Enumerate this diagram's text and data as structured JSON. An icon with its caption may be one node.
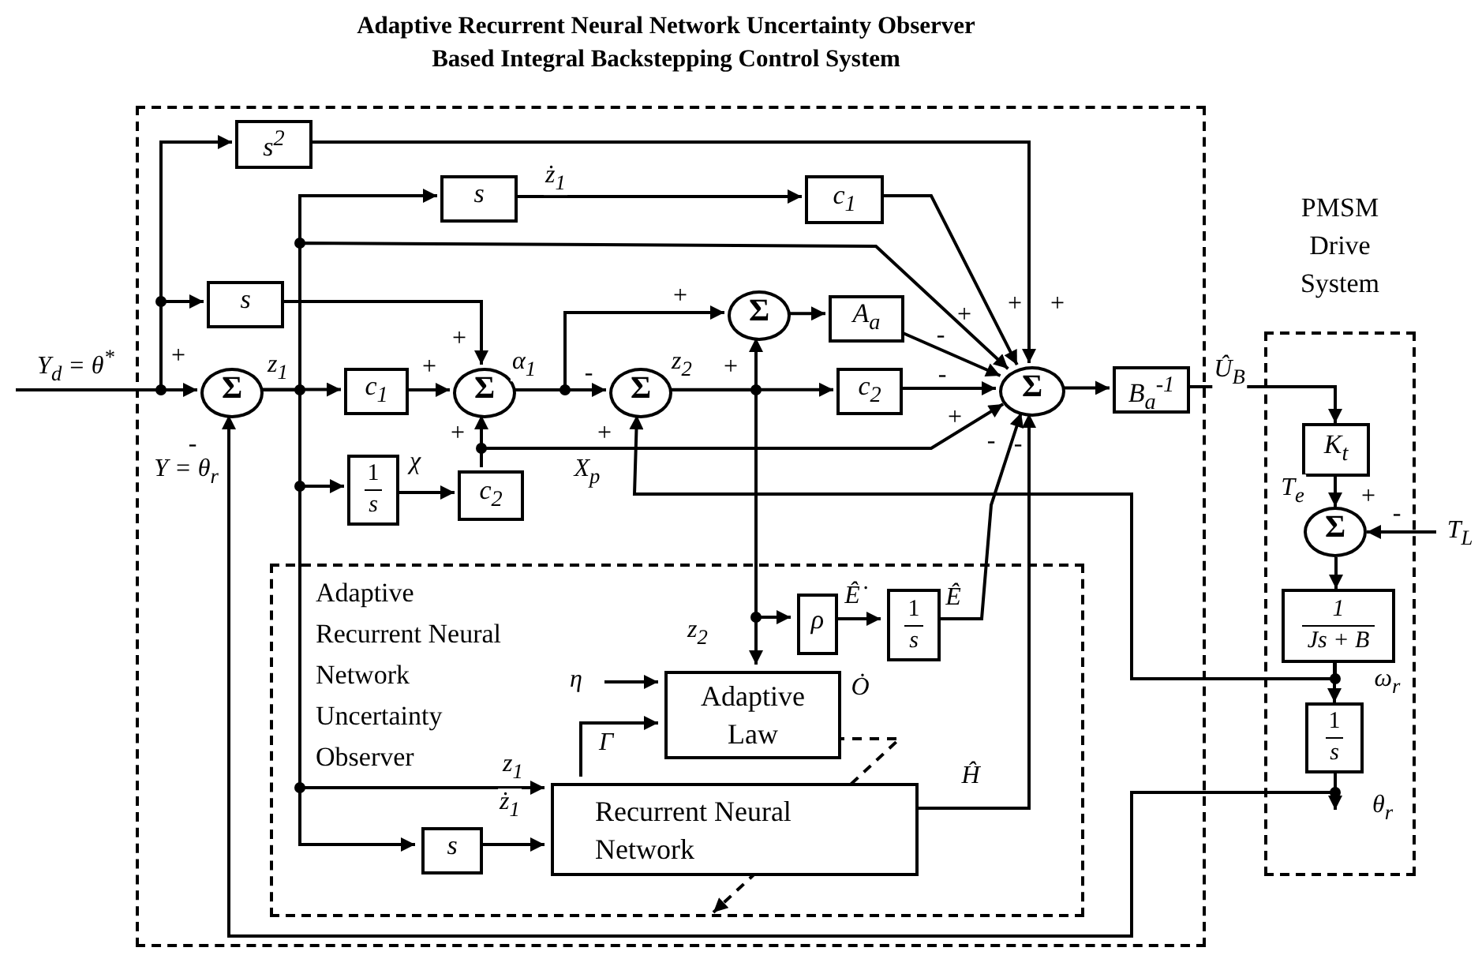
{
  "diagram": {
    "title": "Adaptive Recurrent Neural Network Uncertainty Observer Based Integral Backstepping Control System",
    "nodes": [
      {
        "text": [],
        "shape": "box"
      },
      {
        "text": [
          "s$^{2}$"
        ],
        "in": 0
      },
      {
        "text": [
          "s"
        ],
        "in": 0
      },
      {
        "text": [
          "c$_{1}$"
        ],
        "in": 0
      },
      {
        "text": [
          "s"
        ],
        "in": 0
      },
      {
        "text": [
          "Σ"
        ],
        "in": 0
      },
      {
        "text": [
          "c$_{1}$"
        ],
        "in": 0
      },
      {
        "text": [
          "Σ"
        ],
        "in": 0
      },
      {
        "text": [
          "Σ"
        ],
        "in": 0
      },
      {
        "text": [
          "Σ"
        ],
        "in": 0
      },
      {
        "text": [
          "A$_{a}$"
        ],
        "in": 0
      },
      {
        "text": [
          "c$_{2}$"
        ],
        "in": 0
      },
      {
        "text": [
          "Σ"
        ],
        "in": 0
      },
      {
        "text": [
          "B$_{a}$$^{-1}$"
        ],
        "in": 0
      },
      {
        "text": [
          "1",
          "s"
        ],
        "in": 0
      },
      {
        "text": [
          "c$_{2}$"
        ],
        "in": 0
      },
      {
        "text": [
          "Adaptive Recurrent Neural Network Uncertainty Observer"
        ],
        "in": 0
      },
      {
        "text": [
          "ρ"
        ],
        "in": 16
      },
      {
        "text": [
          "1",
          "s"
        ],
        "in": 16
      },
      {
        "text": [
          "Adaptive Law"
        ],
        "in": 16
      },
      {
        "text": [
          "Recurrent Neural Network"
        ],
        "in": 16
      },
      {
        "text": [
          "s"
        ],
        "in": 16
      },
      {
        "text": [
          "PMSM Drive System"
        ]
      },
      {
        "text": [
          "K$_{t}$"
        ],
        "in": 22
      },
      {
        "text": [
          "Σ"
        ],
        "in": 22
      },
      {
        "text": [
          "1",
          "Js + B"
        ],
        "in": 22
      },
      {
        "text": [
          "1",
          "s"
        ],
        "in": 22
      }
    ],
    "edges": [
      {
        "from": null,
        "to": 5,
        "arrow": "to",
        "label": "Y$_{d}$ = θ$^{*}$"
      },
      {
        "from": null,
        "to": 1,
        "arrow": "to"
      },
      {
        "from": null,
        "to": 4,
        "arrow": "to"
      },
      {
        "from": 1,
        "to": 12,
        "arrow": "to"
      },
      {
        "from": 5,
        "to": 6,
        "arrow": "to",
        "label": "z$_{1}$"
      },
      {
        "from": 5,
        "to": 2,
        "arrow": "to"
      },
      {
        "from": 5,
        "to": 12,
        "arrow": "to"
      },
      {
        "from": 5,
        "to": 14,
        "arrow": "to"
      },
      {
        "from": 5,
        "to": 20,
        "arrow": "to",
        "label": "z$_{1}$"
      },
      {
        "from": 5,
        "to": 21,
        "arrow": "to"
      },
      {
        "from": 2,
        "to": 3,
        "arrow": "to",
        "label": "ż$_{1}$"
      },
      {
        "from": 3,
        "to": 12,
        "arrow": "to"
      },
      {
        "from": 4,
        "to": 7,
        "arrow": "to"
      },
      {
        "from": 6,
        "to": 7,
        "arrow": "to"
      },
      {
        "from": 7,
        "to": 8,
        "arrow": "to",
        "label": "α$_{1}$"
      },
      {
        "from": 7,
        "to": 9,
        "arrow": "to"
      },
      {
        "from": 8,
        "to": 11,
        "arrow": "to",
        "label": "z$_{2}$"
      },
      {
        "from": 8,
        "to": 9,
        "arrow": "to"
      },
      {
        "from": 8,
        "to": 17,
        "arrow": "to"
      },
      {
        "from": 8,
        "to": 19,
        "arrow": "to",
        "label": "z$_{2}$"
      },
      {
        "from": 9,
        "to": 10,
        "arrow": "to"
      },
      {
        "from": 10,
        "to": 12,
        "arrow": "to"
      },
      {
        "from": 11,
        "to": 12,
        "arrow": "to"
      },
      {
        "from": 12,
        "to": 13,
        "arrow": "to"
      },
      {
        "from": 13,
        "to": 23,
        "arrow": "to",
        "label": "Û$_{B}$"
      },
      {
        "from": 14,
        "to": 15,
        "arrow": "to",
        "label": "χ"
      },
      {
        "from": 15,
        "to": 7,
        "arrow": "to"
      },
      {
        "from": 15,
        "to": 12,
        "arrow": "to"
      },
      {
        "from": 24,
        "to": 25,
        "arrow": "to"
      },
      {
        "from": 23,
        "to": 24,
        "arrow": "to",
        "label": "T$_{e}$"
      },
      {
        "from": null,
        "to": 24,
        "arrow": "to",
        "label": "T$_{L}$"
      },
      {
        "from": 25,
        "to": 26,
        "arrow": "to",
        "label": "ω$_{r}$"
      },
      {
        "from": 25,
        "to": 8,
        "arrow": "to",
        "label": "X$_{p}$"
      },
      {
        "from": 26,
        "to": null,
        "arrow": "to",
        "label": "θ$_{r}$"
      },
      {
        "from": 26,
        "to": 5,
        "arrow": "to",
        "label": "Y = θ$_{r}$"
      },
      {
        "from": 17,
        "to": 18,
        "arrow": "to",
        "label": "Ê̇"
      },
      {
        "from": 18,
        "to": 12,
        "arrow": "to",
        "label": "Ê"
      },
      {
        "from": 20,
        "to": 12,
        "arrow": "to",
        "label": "Ĥ"
      },
      {
        "from": null,
        "to": 19,
        "arrow": "to",
        "label": "η"
      },
      {
        "from": 20,
        "to": 19,
        "arrow": "to",
        "label": "Γ"
      },
      {
        "from": 21,
        "to": 20,
        "arrow": "to",
        "label": "ż$_{1}$"
      },
      {
        "from": 19,
        "to": null,
        "arrow": "to",
        "style": "dashed",
        "label": "Ȯ"
      }
    ],
    "labels": [
      "+",
      "+",
      "+",
      "+",
      "+",
      "-",
      "+",
      "+",
      "+",
      "-",
      "-",
      "+",
      "+",
      "+",
      "-",
      "-",
      "-",
      "+",
      "-"
    ]
  }
}
